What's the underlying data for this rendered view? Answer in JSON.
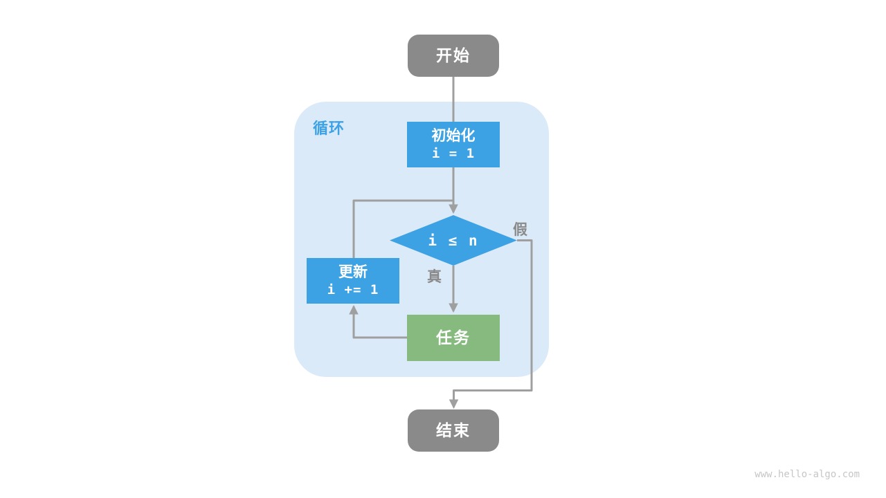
{
  "watermark": {
    "text": "www.hello-algo.com"
  },
  "diagram": {
    "container_label": "循环",
    "nodes": {
      "start": {
        "label": "开始"
      },
      "init": {
        "title": "初始化",
        "code": "i = 1"
      },
      "condition": {
        "code": "i ≤ n"
      },
      "update": {
        "title": "更新",
        "code": "i += 1"
      },
      "task": {
        "label": "任务"
      },
      "end": {
        "label": "结束"
      }
    },
    "edge_labels": {
      "true_label": "真",
      "false_label": "假"
    },
    "colors": {
      "process_blue": "#3da2e4",
      "task_green": "#86ba7f",
      "terminal_gray": "#8a8a8a",
      "loop_container_bg": "#dbeaf8",
      "connector_gray": "#9f9f9f",
      "edge_label_gray": "#8a8a8a",
      "loop_label_blue": "#3da2e4",
      "watermark_gray": "#c6c6c6"
    }
  }
}
